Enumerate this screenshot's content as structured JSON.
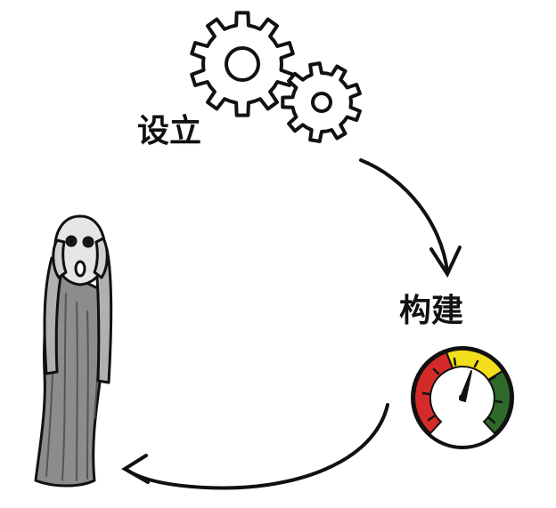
{
  "steps": [
    {
      "id": "setup",
      "label": "设立",
      "icon": "gears-icon"
    },
    {
      "id": "build",
      "label": "构建",
      "icon": "speedometer-icon"
    },
    {
      "id": "panic",
      "label": "",
      "icon": "screaming-figure-illustration"
    }
  ],
  "colors": {
    "ink": "#111111",
    "gauge_red": "#d42a2a",
    "gauge_yellow": "#f2de1a",
    "gauge_green": "#2f6a2a",
    "figure_shade": "#8c8c8c"
  }
}
